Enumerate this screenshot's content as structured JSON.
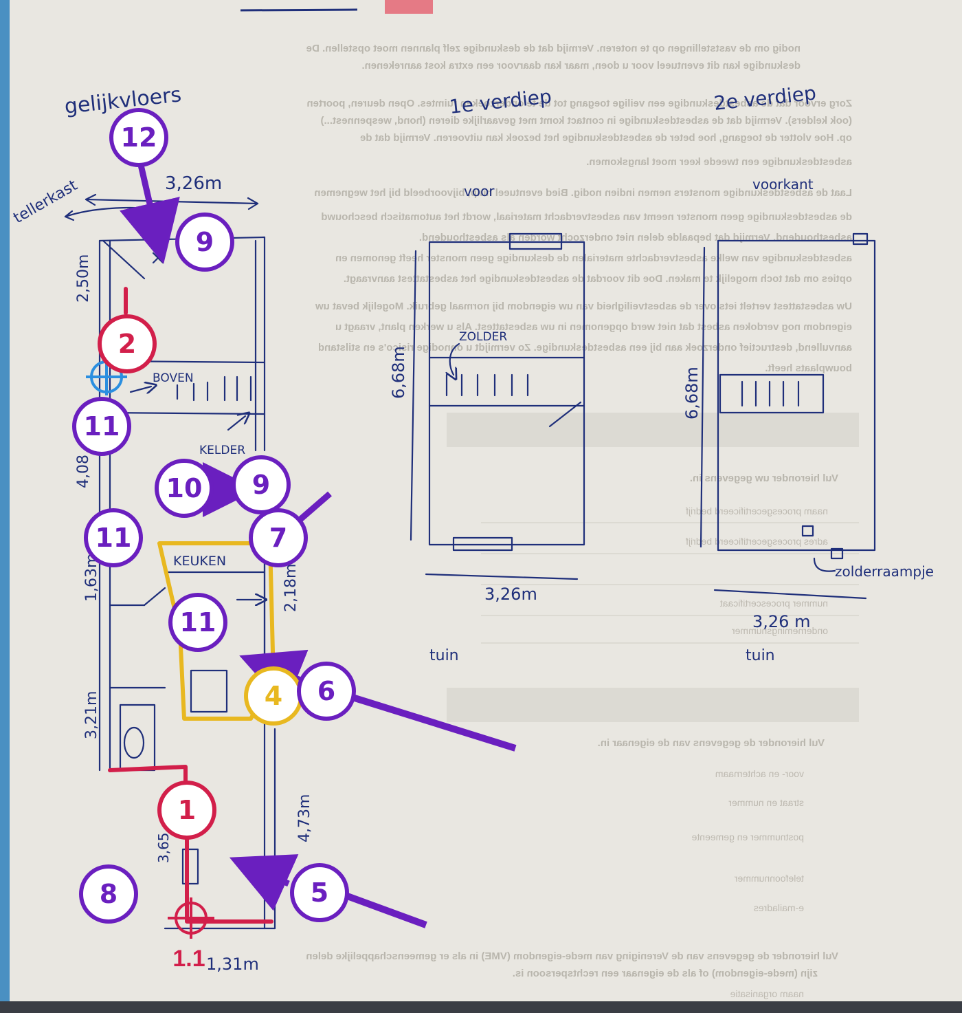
{
  "colors": {
    "paper": "#e9e7e1",
    "ink": "#1f2f7a",
    "purple": "#6a1fbf",
    "red": "#d21f4a",
    "yellow": "#e8b820",
    "blue": "#2b8fe0"
  },
  "sketch": {
    "ground_floor": {
      "title": "gelijkvloers",
      "top_width": "3,26m",
      "tellerkast": "tellerkast",
      "dim_250": "2,50m",
      "label_boven": "BOVEN",
      "label_kelder": "KELDER",
      "dim_408": "4,08",
      "label_keuken": "KEUKEN",
      "dim_163": "1,63m",
      "dim_218": "2,18m",
      "dim_321": "3,21m",
      "dim_365": "3,65",
      "dim_473": "4,73m",
      "bottom_width": "1,31m"
    },
    "first_floor": {
      "title": "1e verdiep",
      "voor": "voor",
      "height": "6,68m",
      "label_zolder": "ZOLDER",
      "width": "3,26m",
      "tuin": "tuin"
    },
    "second_floor": {
      "title": "2e verdiep",
      "voorkant": "voorkant",
      "height": "6,68m",
      "zolderraampje": "zolderraampje",
      "width": "3,26 m",
      "tuin": "tuin"
    }
  },
  "markers": [
    {
      "id": "m12",
      "label": "12",
      "color": "purple"
    },
    {
      "id": "m9a",
      "label": "9",
      "color": "purple"
    },
    {
      "id": "m2",
      "label": "2",
      "color": "red"
    },
    {
      "id": "m11a",
      "label": "11",
      "color": "purple"
    },
    {
      "id": "m10",
      "label": "10",
      "color": "purple"
    },
    {
      "id": "m9b",
      "label": "9",
      "color": "purple"
    },
    {
      "id": "m11b",
      "label": "11",
      "color": "purple"
    },
    {
      "id": "m7",
      "label": "7",
      "color": "purple"
    },
    {
      "id": "m11c",
      "label": "11",
      "color": "purple"
    },
    {
      "id": "m4",
      "label": "4",
      "color": "yellow"
    },
    {
      "id": "m6",
      "label": "6",
      "color": "purple"
    },
    {
      "id": "m1",
      "label": "1",
      "color": "red"
    },
    {
      "id": "m8",
      "label": "8",
      "color": "purple"
    },
    {
      "id": "m5",
      "label": "5",
      "color": "purple"
    },
    {
      "id": "m11_1",
      "label": "1.1",
      "color": "red"
    }
  ],
  "background_document": {
    "lines": [
      "nodig om de vaststellingen op te noteren. Vermijd dat de deskundige zelf plannen moet opstellen. De",
      "deskundige kan dit eventueel voor u doen, maar kan daarvoor een extra kost aanrekenen.",
      "Zorg ervoor dat de asbestdeskundige een veilige toegang tot de te onderzoeken ruimtes. Open deuren, poorten",
      "(ook kelders). Vermijd dat de asbestdeskundige in contact komt met gevaarlijke dieren (hond, wespennest...)",
      "op. Hoe vlotter de toegang, hoe beter de asbestdeskundige het bezoek kan uitvoeren. Vermijd dat de",
      "asbestdeskundige een tweede keer moet langskomen.",
      "Laat de asbestdeskundige monsters nemen indien nodig. Bied eventueel hulp, bijvoorbeeld bij het wegnemen",
      "de asbestdeskundige geen monster neemt van asbestverdacht materiaal, wordt het automatisch beschouwd",
      "asbesthoudend. Vermijd dat bepaalde delen niet onderzocht worden als asbesthoudend.",
      "asbestdeskundige van welke asbestverdachte materialen de deskundige geen monster heeft genomen en",
      "opties om dat toch mogelijk te maken. Doe dit voordat de asbestdeskundige het asbestattest aanvraagt.",
      "Uw asbestattest vertelt iets over de asbestveiligheid van uw eigendom bij normaal gebruik. Mogelijk bevat uw",
      "eigendom nog verdoken asbest dat niet werd opgenomen in uw asbestattest. Als u werken plant, vraagt u",
      "aanvullend, destructief onderzoek aan bij een asbestdeskundige. Zo vermijdt u onnodige risico's en stilstand",
      "bouwplaats heeft."
    ],
    "form_rows": [
      "Vul hieronder uw gegevens in.",
      "naam procesgecertificeerd bedrijf",
      "adres procesgecertificeerd bedrijf",
      "nummer procescertificaat",
      "ondernemingsnummer",
      "Vul hieronder de gegevens van de eigenaar in.",
      "voor- en achternaam",
      "straat en nummer",
      "postnummer en gemeente",
      "telefoonnummer",
      "e-mailadres",
      "Vul hieronder de gegevens van de Vereniging van mede-eigendom (VME) in als er gemeenschappelijke delen",
      "zijn (mede-eigendom) of als de eigenaar een rechtspersoon is.",
      "naam organisatie"
    ]
  }
}
